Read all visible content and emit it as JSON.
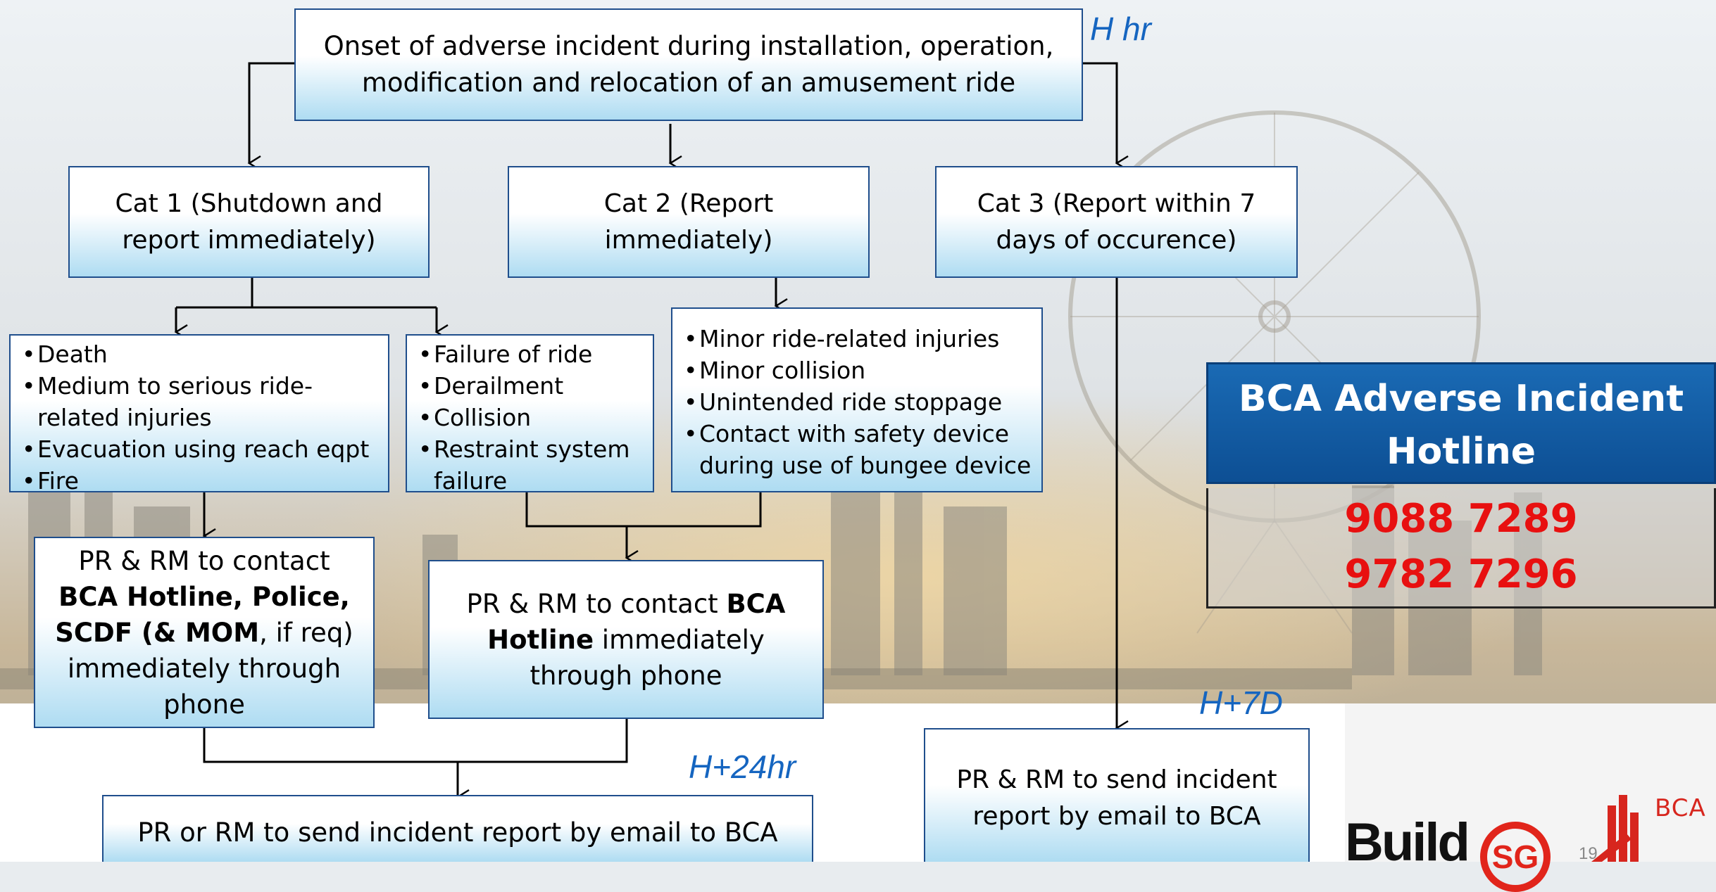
{
  "boxes": {
    "onset": "Onset of adverse incident during installation, operation, modification and relocation of an amusement ride",
    "cat1": "Cat 1 (Shutdown and report immediately)",
    "cat2": "Cat 2 (Report immediately)",
    "cat3": "Cat 3 (Report within 7 days of occurence)",
    "cat1_list": [
      "Death",
      "Medium to serious ride-related injuries",
      "Evacuation using reach eqpt",
      "Fire"
    ],
    "cat2_list_a": [
      "Failure of ride",
      "Derailment",
      "Collision",
      "Restraint system failure"
    ],
    "cat2_list_b": [
      "Minor ride-related injuries",
      "Minor collision",
      "Unintended ride stoppage",
      "Contact with safety device during use of bungee device"
    ],
    "contact1": {
      "t1": "PR & RM to contact ",
      "b1": "BCA Hotline, Police, SCDF (& MOM",
      "t2": ", if req) immediately through phone"
    },
    "contact2": {
      "t1": "PR & RM to contact ",
      "b1": "BCA Hotline",
      "t2": " immediately through phone"
    },
    "email_24": "PR or RM to send incident report by email to BCA",
    "email_7d": "PR & RM to send incident report by email to BCA"
  },
  "time_labels": {
    "h": "H hr",
    "h24": "H+24hr",
    "h7d": "H+7D"
  },
  "hotline": {
    "title": "BCA Adverse Incident Hotline",
    "numbers": [
      "9088 7289",
      "9782 7296"
    ]
  },
  "logos": {
    "buildsg_text": "Build",
    "buildsg_sg": "SG",
    "bca_text": "BCA"
  },
  "page_number": "19",
  "colors": {
    "box_border": "#1f4e8c",
    "time_label": "#1565c0",
    "hotline_header": "#1a6ab4",
    "hotline_numbers": "#e81010",
    "buildsg_red": "#e1251b"
  }
}
